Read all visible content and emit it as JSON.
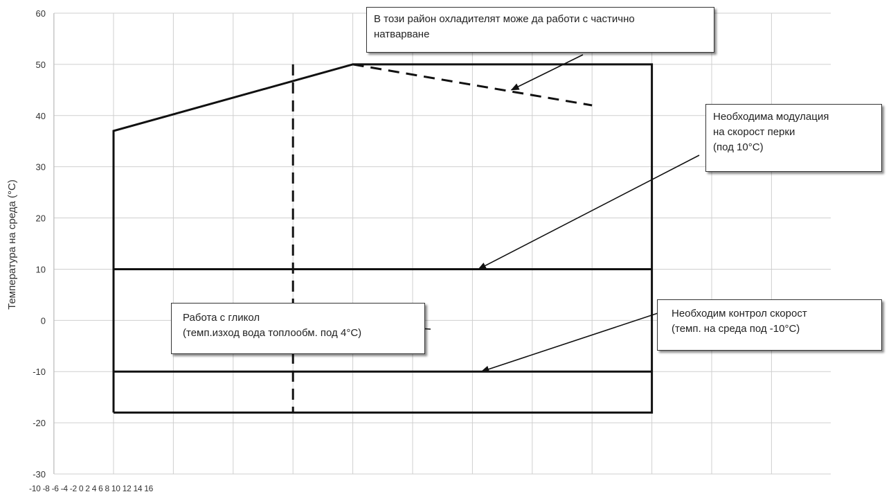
{
  "chart_data": {
    "type": "line",
    "ylabel": "Температура на среда (°C)",
    "xlabel": "",
    "ylim": [
      -30,
      60
    ],
    "y_ticks": [
      60,
      50,
      40,
      30,
      20,
      10,
      0,
      -10,
      -20,
      -30
    ],
    "x_tick_label_text": "-10 -8 -6 -4 -2 0 2 4 6 8 10 12 14 16",
    "xlim": [
      -10,
      16
    ],
    "grid": true,
    "series": [
      {
        "style": "solid",
        "points": [
          [
            -2,
            -18
          ],
          [
            -2,
            37
          ],
          [
            6,
            50
          ],
          [
            16,
            50
          ],
          [
            16,
            -18
          ],
          [
            -2,
            -18
          ]
        ]
      },
      {
        "style": "solid",
        "points": [
          [
            -2,
            10
          ],
          [
            16,
            10
          ]
        ]
      },
      {
        "style": "solid",
        "points": [
          [
            -2,
            -10
          ],
          [
            16,
            -10
          ]
        ]
      },
      {
        "style": "dashed",
        "points": [
          [
            6,
            50
          ],
          [
            14,
            42
          ]
        ]
      },
      {
        "style": "dashed",
        "points": [
          [
            4,
            50
          ],
          [
            4,
            -18
          ]
        ]
      }
    ],
    "annotations": [
      {
        "id": "partial-load",
        "text": "В този район охладителят може да работи с частично\nнатварване",
        "arrow_to": [
          11.3,
          45
        ]
      },
      {
        "id": "fan-modulation",
        "text": "Необходима  модулация\nна скорост перки\n(под 10°C)",
        "arrow_to": [
          10.2,
          10
        ]
      },
      {
        "id": "glycol",
        "text": "Работа с гликол\n(темп.изход вода топлообм. под 4°C)",
        "arrow_to": [
          3.9,
          0
        ]
      },
      {
        "id": "speed-control",
        "text": "Необходим контрол скорост\n(темп. на среда под -10°C)",
        "arrow_to": [
          10.3,
          -10
        ]
      }
    ]
  }
}
